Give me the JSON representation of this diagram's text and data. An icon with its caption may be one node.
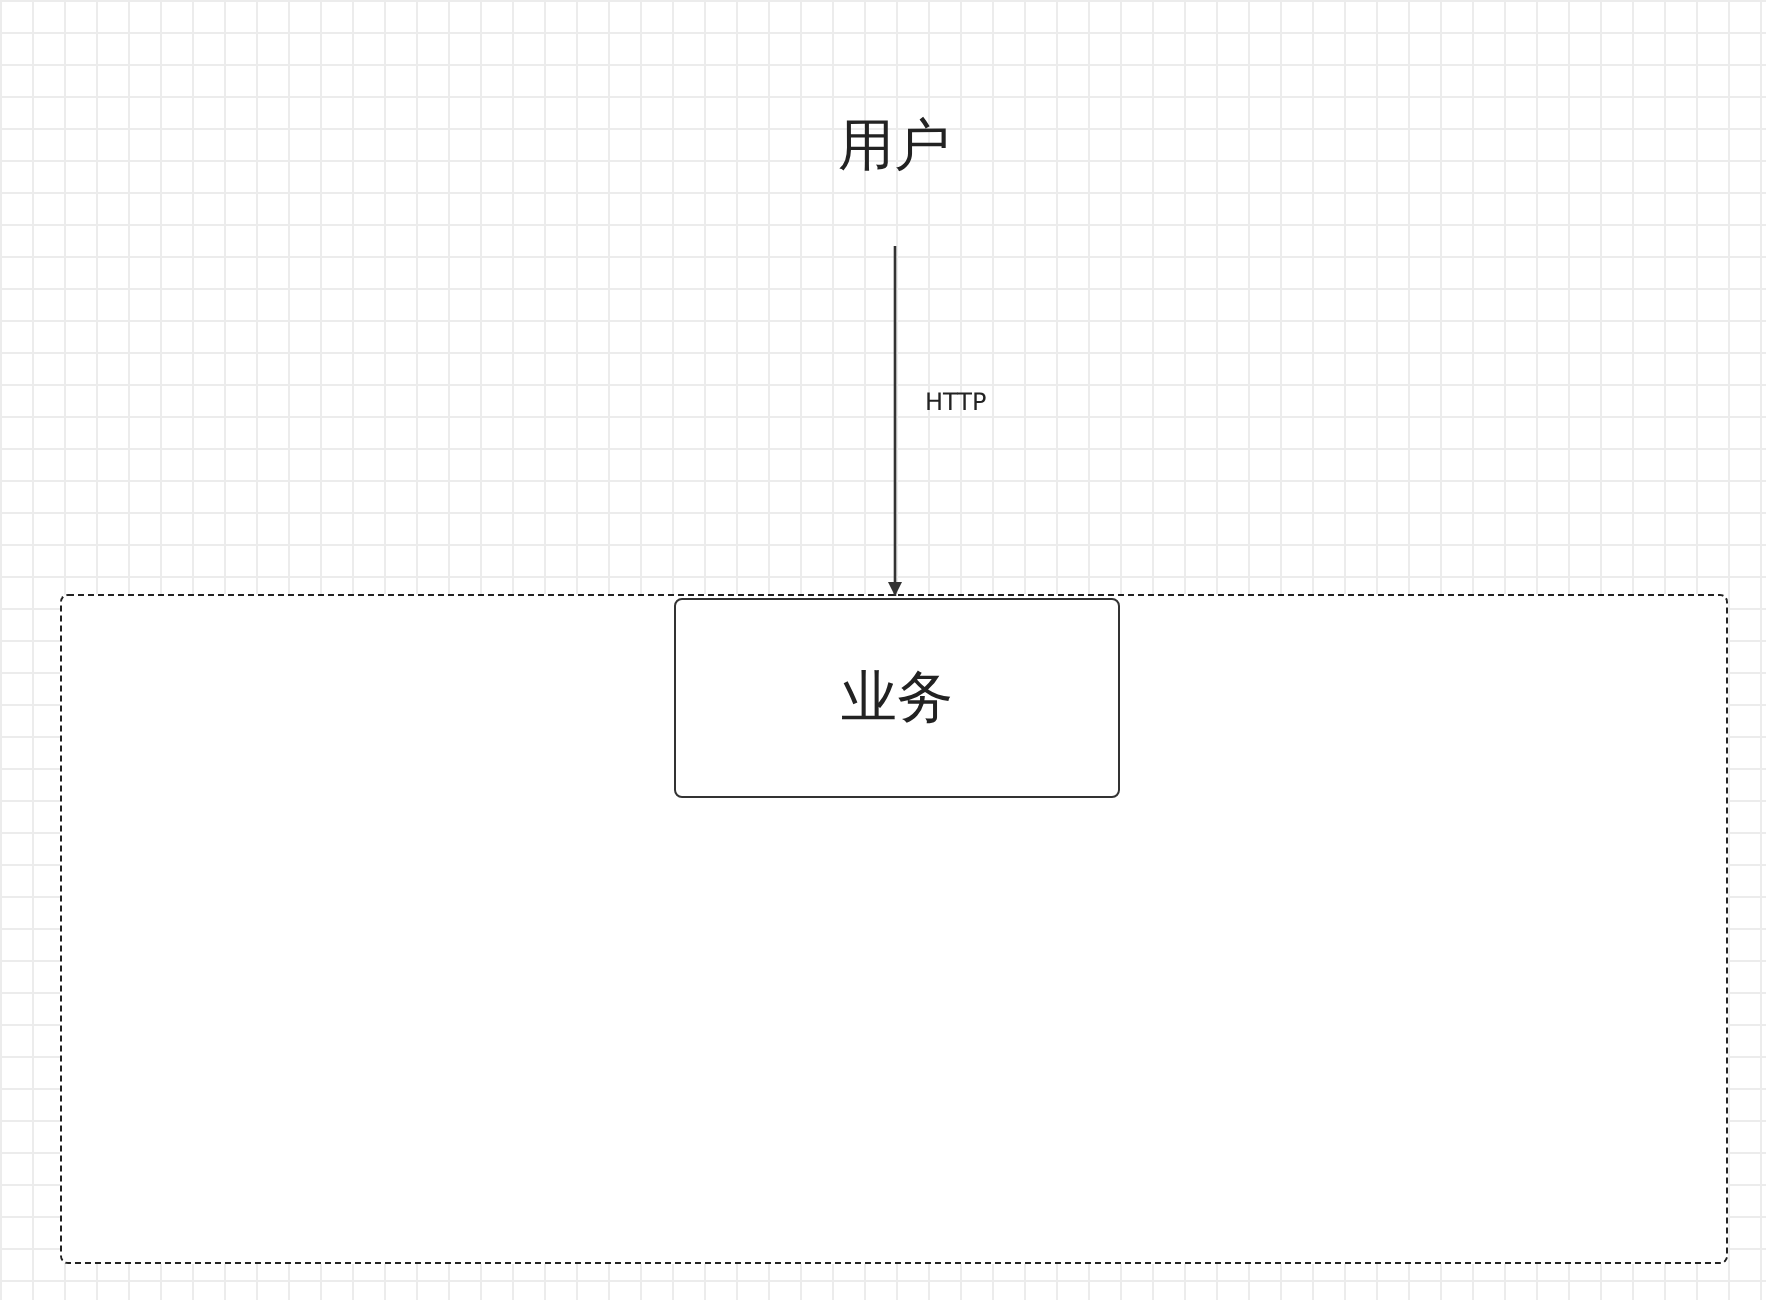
{
  "diagram": {
    "nodes": [
      {
        "text": [
          "用户"
        ]
      },
      {
        "text": [],
        "shape": "box"
      },
      {
        "text": [
          "业务"
        ],
        "in": 1
      }
    ],
    "edges": [
      {
        "from": 0,
        "to": 2,
        "arrow": "to",
        "label": "HTTP"
      }
    ]
  }
}
